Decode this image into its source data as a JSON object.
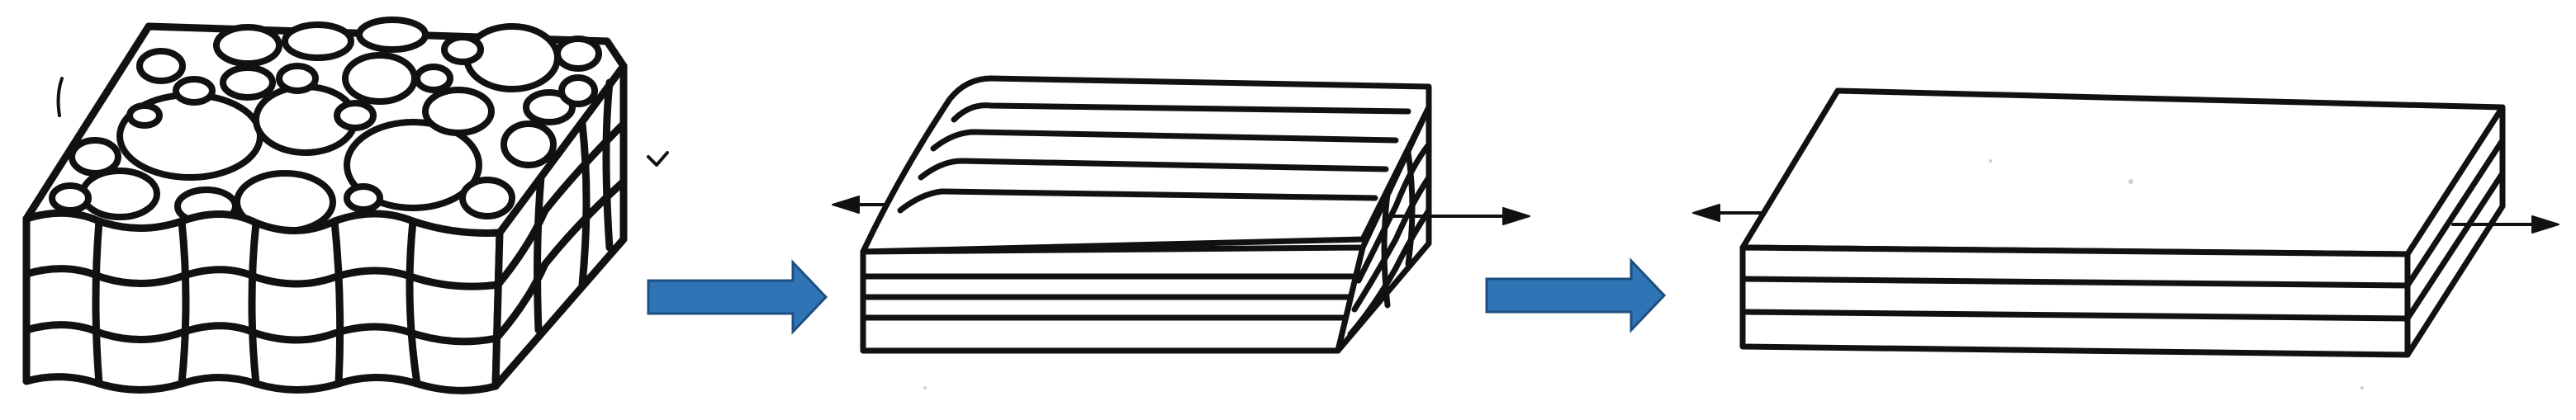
{
  "figure": {
    "stages": [
      {
        "id": "stage-1",
        "kind": "random-granular-block"
      },
      {
        "id": "stage-2",
        "kind": "elongated-fibrous-block"
      },
      {
        "id": "stage-3",
        "kind": "flat-laminated-block"
      }
    ],
    "transition_arrows": 2,
    "colors": {
      "ink": "#111111",
      "arrow_fill": "#2f74b5",
      "arrow_edge": "#1d4f80",
      "background": "#ffffff"
    }
  }
}
